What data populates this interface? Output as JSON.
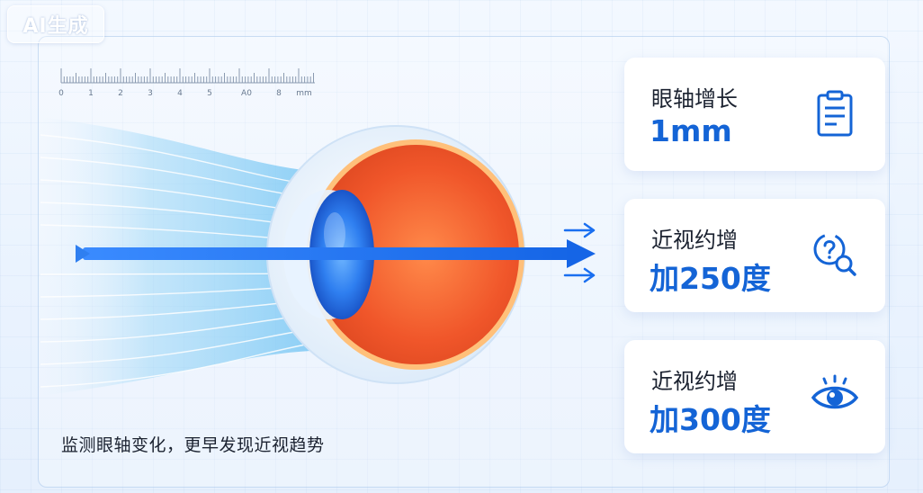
{
  "badge": {
    "text": "AI生成"
  },
  "ruler": {
    "labels": [
      "0",
      "1",
      "2",
      "3",
      "4",
      "5",
      "A0",
      "8"
    ],
    "unit": "mm"
  },
  "caption": "监测眼轴变化，更早发现近视趋势",
  "cards": [
    {
      "label": "眼轴增长",
      "value": "1mm",
      "icon": "clipboard-icon"
    },
    {
      "label": "近视约增",
      "value": "加250度",
      "icon": "search-question-icon"
    },
    {
      "label": "近视约增",
      "value": "加300度",
      "icon": "eye-icon"
    }
  ],
  "colors": {
    "accent": "#1464d6",
    "arrow": "#1a6ff0",
    "eyeball": "#f25a2b"
  }
}
